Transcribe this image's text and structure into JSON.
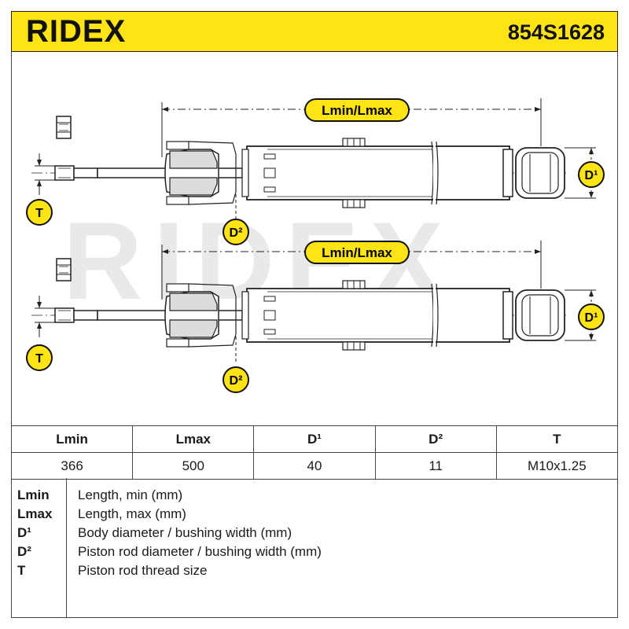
{
  "header": {
    "brand": "RIDEX",
    "part_number": "854S1628",
    "background_color": "#ffe415"
  },
  "watermark": "RIDEX",
  "drawing": {
    "length_label": "Lmin/Lmax",
    "d1_label": "D¹",
    "d2_label": "D²",
    "t_label": "T",
    "callout_color": "#ffe415"
  },
  "table": {
    "headers": [
      "Lmin",
      "Lmax",
      "D¹",
      "D²",
      "T"
    ],
    "values": [
      "366",
      "500",
      "40",
      "11",
      "M10x1.25"
    ]
  },
  "legend": [
    {
      "key": "Lmin",
      "desc": "Length, min (mm)"
    },
    {
      "key": "Lmax",
      "desc": "Length, max (mm)"
    },
    {
      "key": "D¹",
      "desc": "Body diameter / bushing width (mm)"
    },
    {
      "key": "D²",
      "desc": "Piston rod diameter / bushing width (mm)"
    },
    {
      "key": "T",
      "desc": "Piston rod thread size"
    }
  ]
}
